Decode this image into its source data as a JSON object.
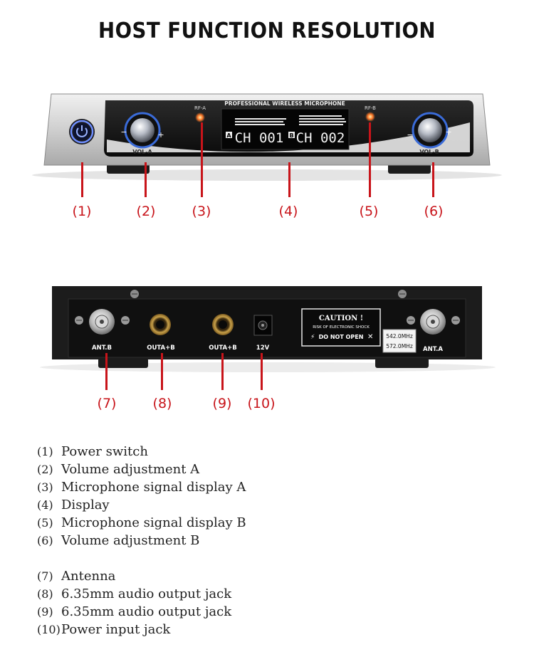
{
  "title": "HOST FUNCTION RESOLUTION",
  "front_panel": {
    "brand_text": "PROFESSIONAL WIRELESS MICROPHONE",
    "rf_a_label": "RF-A",
    "rf_b_label": "RF-B",
    "vol_a_label": "VOL-A",
    "vol_b_label": "VOL-B",
    "lcd_a_tag": "A",
    "lcd_b_tag": "B",
    "lcd_a_channel": "CH 001",
    "lcd_b_channel": "CH 002",
    "knob_minus": "−",
    "knob_plus": "+"
  },
  "back_panel": {
    "ant_b_label": "ANT.B",
    "out1_label": "OUTA+B",
    "out2_label": "OUTA+B",
    "power_label": "12V",
    "ant_a_label": "ANT.A",
    "caution_title": "CAUTION !",
    "caution_sub": "RISK OF ELECTRONIC SHOCK",
    "caution_warn": "DO NOT OPEN",
    "freq_a": "542.0MHz",
    "freq_b": "572.0MHz"
  },
  "callouts_front": [
    "(1)",
    "(2)",
    "(3)",
    "(4)",
    "(5)",
    "(6)"
  ],
  "callouts_back": [
    "(7)",
    "(8)",
    "(9)",
    "(10)"
  ],
  "legend_front": [
    {
      "num": "(1)",
      "text": "Power switch"
    },
    {
      "num": "(2)",
      "text": "Volume adjustment A"
    },
    {
      "num": "(3)",
      "text": "Microphone signal display A"
    },
    {
      "num": "(4)",
      "text": "Display"
    },
    {
      "num": "(5)",
      "text": "Microphone signal display B"
    },
    {
      "num": "(6)",
      "text": "Volume adjustment B"
    }
  ],
  "legend_back": [
    {
      "num": "(7)",
      "text": "Antenna"
    },
    {
      "num": "(8)",
      "text": "6.35mm audio output jack"
    },
    {
      "num": "(9)",
      "text": "6.35mm audio output jack"
    },
    {
      "num": "(10)",
      "text": "Power input jack"
    }
  ],
  "colors": {
    "callout_red": "#c8141a",
    "led_orange": "#ff7a2a",
    "knob_blue": "#3a6bd8"
  }
}
